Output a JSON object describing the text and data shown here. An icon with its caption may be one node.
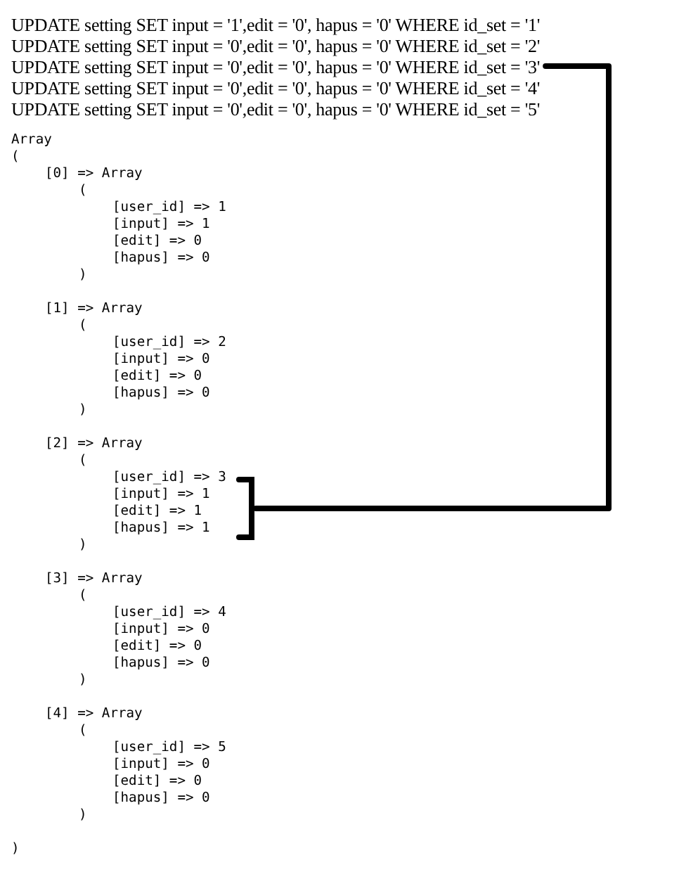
{
  "diagram": {
    "nodes": [
      {
        "text": [
          "UPDATE setting SET input = '0',edit = '0', hapus = '0' WHERE id_set = '3'"
        ]
      },
      {
        "text": [],
        "shape": "bracket"
      }
    ],
    "edges": [
      {
        "from": 0,
        "to": 1,
        "arrow": "none"
      }
    ],
    "labels": [
      "UPDATE setting SET input = '1',edit = '0', hapus = '0' WHERE id_set = '1'",
      "UPDATE setting SET input = '0',edit = '0', hapus = '0' WHERE id_set = '2'",
      "UPDATE setting SET input = '0',edit = '0', hapus = '0' WHERE id_set = '4'",
      "UPDATE setting SET input = '0',edit = '0', hapus = '0' WHERE id_set = '5'",
      "Array",
      "(",
      "[0] => Array",
      "(",
      "[user_id] => 1",
      "[input] => 1",
      "[edit] => 0",
      "[hapus] => 0",
      ")",
      "[1] => Array",
      "(",
      "[user_id] => 2",
      "[input] => 0",
      "[edit] => 0",
      "[hapus] => 0",
      ")",
      "[2] => Array",
      "(",
      "[user_id] => 3",
      "[input] => 1",
      "[edit] => 1",
      "[hapus] => 1",
      ")",
      "[3] => Array",
      "(",
      "[user_id] => 4",
      "[input] => 0",
      "[edit] => 0",
      "[hapus] => 0",
      ")",
      "[4] => Array",
      "(",
      "[user_id] => 5",
      "[input] => 0",
      "[edit] => 0",
      "[hapus] => 0",
      ")",
      ")"
    ]
  }
}
